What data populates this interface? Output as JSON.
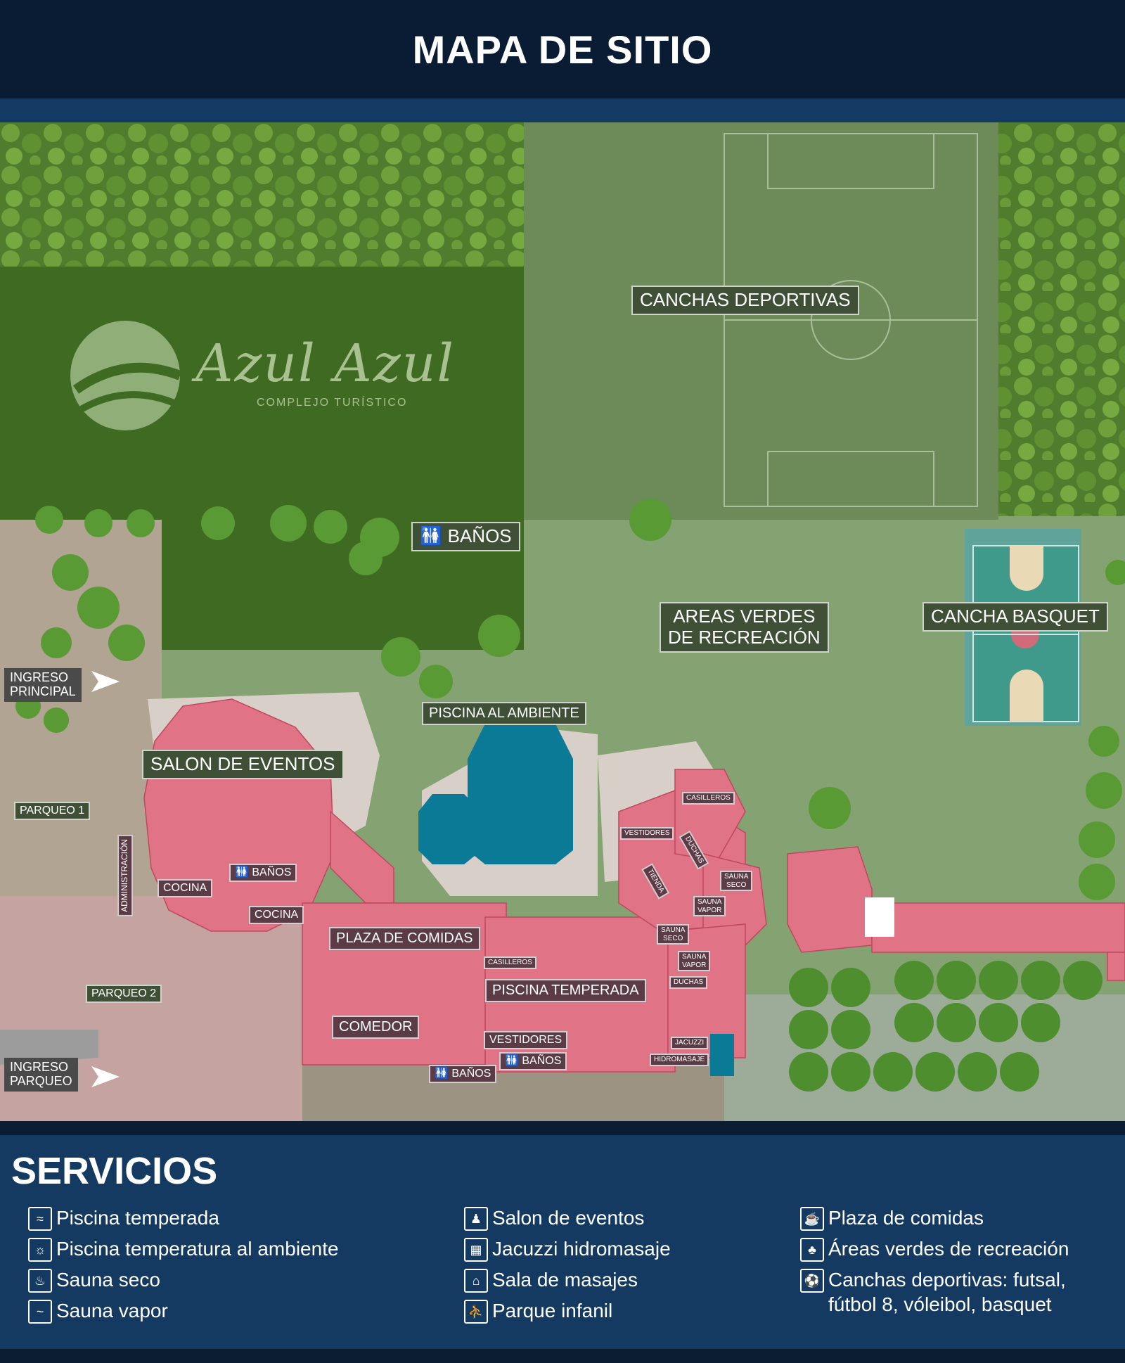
{
  "header": {
    "title": "MAPA DE SITIO"
  },
  "logo": {
    "name": "Azul Azul",
    "subtitle": "COMPLEJO TURÍSTICO"
  },
  "map_labels": {
    "canchas_deportivas": "CANCHAS DEPORTIVAS",
    "banos_top": "BAÑOS",
    "areas_verdes": [
      "AREAS VERDES",
      "DE RECREACIÓN"
    ],
    "cancha_basquet": "CANCHA BASQUET",
    "piscina_ambiente": "PISCINA AL AMBIENTE",
    "salon_eventos": "SALON DE EVENTOS",
    "parqueo1": "PARQUEO 1",
    "parqueo2": "PARQUEO 2",
    "administracion": "ADMINISTRACIÓN",
    "cocina1": "COCINA",
    "cocina2": "COCINA",
    "banos_salon": "BAÑOS",
    "plaza_comidas": "PLAZA DE COMIDAS",
    "casilleros1": "CASILLEROS",
    "casilleros2": "CASILLEROS",
    "piscina_temperada": "PISCINA TEMPERADA",
    "comedor": "COMEDOR",
    "vestidores1": "VESTIDORES",
    "vestidores2": "VESTIDORES",
    "banos_piscina": "BAÑOS",
    "banos_comedor": "BAÑOS",
    "duchas1": "DUCHAS",
    "duchas2": "DUCHAS",
    "tienda": "TIENDA",
    "sauna_seco1": [
      "SAUNA",
      "SECO"
    ],
    "sauna_seco2": [
      "SAUNA",
      "SECO"
    ],
    "sauna_vapor1": [
      "SAUNA",
      "VAPOR"
    ],
    "sauna_vapor2": [
      "SAUNA",
      "VAPOR"
    ],
    "jacuzzi": "JACUZZI",
    "hidromasaje": "HIDROMASAJE",
    "ingreso_principal": [
      "INGRESO",
      "PRINCIPAL"
    ],
    "ingreso_parqueo": [
      "INGRESO",
      "PARQUEO"
    ]
  },
  "colors": {
    "header_bg": "#0a1c33",
    "band": "#123a63",
    "buildings": "#e07386",
    "pool": "#0b7a96",
    "grass": "#7d9a6b",
    "forest": "#4d7a2c",
    "court": "#5fa39a"
  },
  "services": {
    "title": "SERVICIOS",
    "col1": [
      {
        "icon": "pool-icon",
        "label": "Piscina temperada"
      },
      {
        "icon": "sun-pool-icon",
        "label": "Piscina temperatura al ambiente"
      },
      {
        "icon": "sauna-icon",
        "label": "Sauna seco"
      },
      {
        "icon": "steam-icon",
        "label": "Sauna vapor"
      }
    ],
    "col2": [
      {
        "icon": "event-icon",
        "label": "Salon de eventos"
      },
      {
        "icon": "jacuzzi-icon",
        "label": "Jacuzzi hidromasaje"
      },
      {
        "icon": "massage-icon",
        "label": "Sala de masajes"
      },
      {
        "icon": "playground-icon",
        "label": "Parque infanil"
      }
    ],
    "col3": [
      {
        "icon": "food-icon",
        "label": "Plaza de comidas"
      },
      {
        "icon": "park-icon",
        "label": "Áreas verdes de recreación"
      },
      {
        "icon": "soccer-icon",
        "label": "Canchas deportivas: futsal, fútbol 8, vóleibol, basquet"
      }
    ]
  }
}
